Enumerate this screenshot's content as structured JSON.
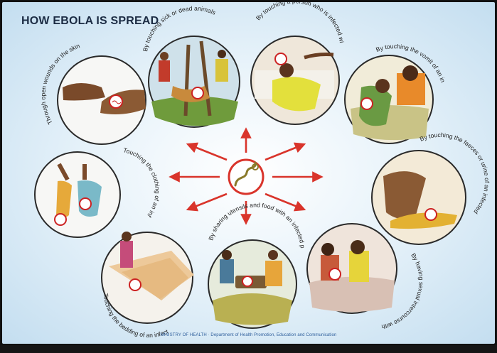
{
  "poster": {
    "title": "HOW EBOLA IS SPREAD",
    "footer": "MINISTRY OF HEALTH · Department of Health Promotion, Education and Communication",
    "colors": {
      "background": "#d3e8f5",
      "arrow": "#d9342b",
      "circle_border": "#2a2a2a",
      "title": "#1c2c44",
      "footer": "#2f5f9c"
    },
    "center_symbol": "ebola-virus-icon",
    "ways": [
      {
        "id": "open-wounds",
        "label": "Through open wounds on the skin"
      },
      {
        "id": "sick-dead-animals",
        "label": "By touching sick or dead animals"
      },
      {
        "id": "infected-person",
        "label": "By touching a person who is infected with Ebola"
      },
      {
        "id": "vomit",
        "label": "By touching the vomit of an infected person"
      },
      {
        "id": "clothing",
        "label": "Touching the clothing of an infected person"
      },
      {
        "id": "faeces-urine",
        "label": "By touching the faeces or urine of an infected person"
      },
      {
        "id": "bedding",
        "label": "Touching the bedding of an infected person"
      },
      {
        "id": "utensils-food",
        "label": "By sharing utensils and food with an infected person"
      },
      {
        "id": "sexual-intercourse",
        "label": "By having sexual intercourse with an infected person"
      }
    ]
  }
}
